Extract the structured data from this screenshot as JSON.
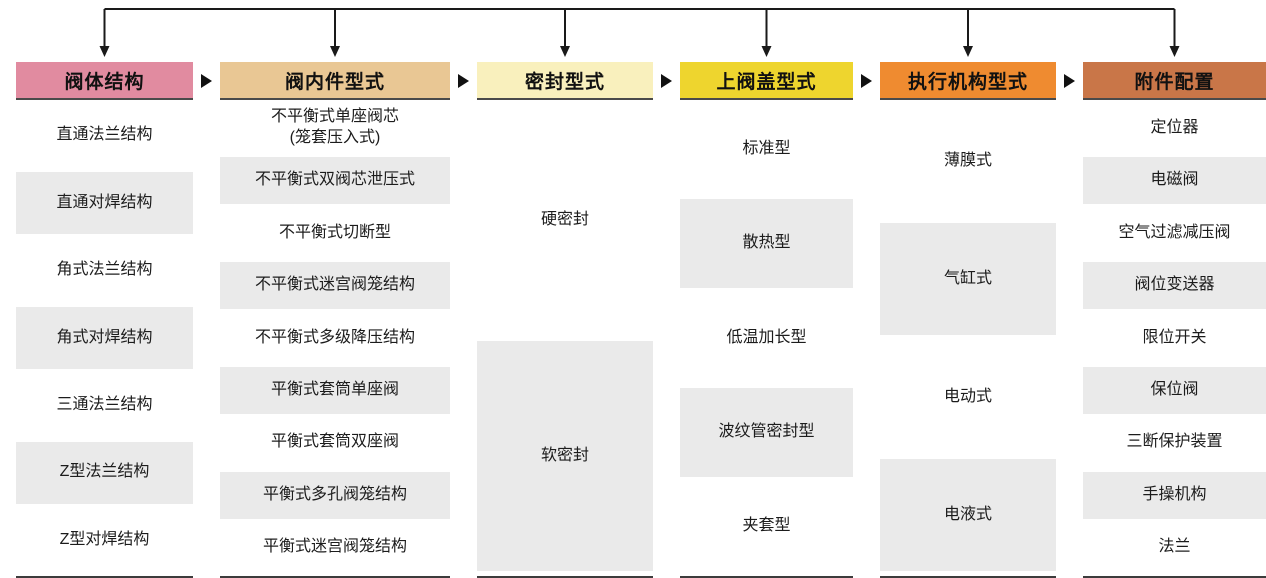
{
  "flow": {
    "line_color": "#1a1a1a",
    "shaded_background": "#eaeaea",
    "columns": [
      {
        "header": "阀体结构",
        "color": "#e18ba0",
        "items": [
          {
            "label": "直通法兰结构"
          },
          {
            "label": "直通对焊结构"
          },
          {
            "label": "角式法兰结构"
          },
          {
            "label": "角式对焊结构"
          },
          {
            "label": "三通法兰结构"
          },
          {
            "label": "Z型法兰结构"
          },
          {
            "label": "Z型对焊结构"
          }
        ]
      },
      {
        "header": "阀内件型式",
        "color": "#e9c794",
        "items": [
          {
            "label": "不平衡式单座阀芯\n(笼套压入式)"
          },
          {
            "label": "不平衡式双阀芯泄压式"
          },
          {
            "label": "不平衡式切断型"
          },
          {
            "label": "不平衡式迷宫阀笼结构"
          },
          {
            "label": "不平衡式多级降压结构"
          },
          {
            "label": "平衡式套筒单座阀"
          },
          {
            "label": "平衡式套筒双座阀"
          },
          {
            "label": "平衡式多孔阀笼结构"
          },
          {
            "label": "平衡式迷宫阀笼结构"
          }
        ]
      },
      {
        "header": "密封型式",
        "color": "#f9f0bd",
        "items": [
          {
            "label": "硬密封"
          },
          {
            "label": "软密封"
          }
        ]
      },
      {
        "header": "上阀盖型式",
        "color": "#eed52e",
        "items": [
          {
            "label": "标准型"
          },
          {
            "label": "散热型"
          },
          {
            "label": "低温加长型"
          },
          {
            "label": "波纹管密封型"
          },
          {
            "label": "夹套型"
          }
        ]
      },
      {
        "header": "执行机构型式",
        "color": "#ef8b30",
        "items": [
          {
            "label": "薄膜式"
          },
          {
            "label": "气缸式"
          },
          {
            "label": "电动式"
          },
          {
            "label": "电液式"
          }
        ]
      },
      {
        "header": "附件配置",
        "color": "#c97648",
        "items": [
          {
            "label": "定位器"
          },
          {
            "label": "电磁阀"
          },
          {
            "label": "空气过滤减压阀"
          },
          {
            "label": "阀位变送器"
          },
          {
            "label": "限位开关"
          },
          {
            "label": "保位阀"
          },
          {
            "label": "三断保护装置"
          },
          {
            "label": "手操机构"
          },
          {
            "label": "法兰"
          }
        ]
      }
    ],
    "icons": {
      "right_arrow": "right-triangle",
      "down_arrow": "down-triangle"
    }
  }
}
